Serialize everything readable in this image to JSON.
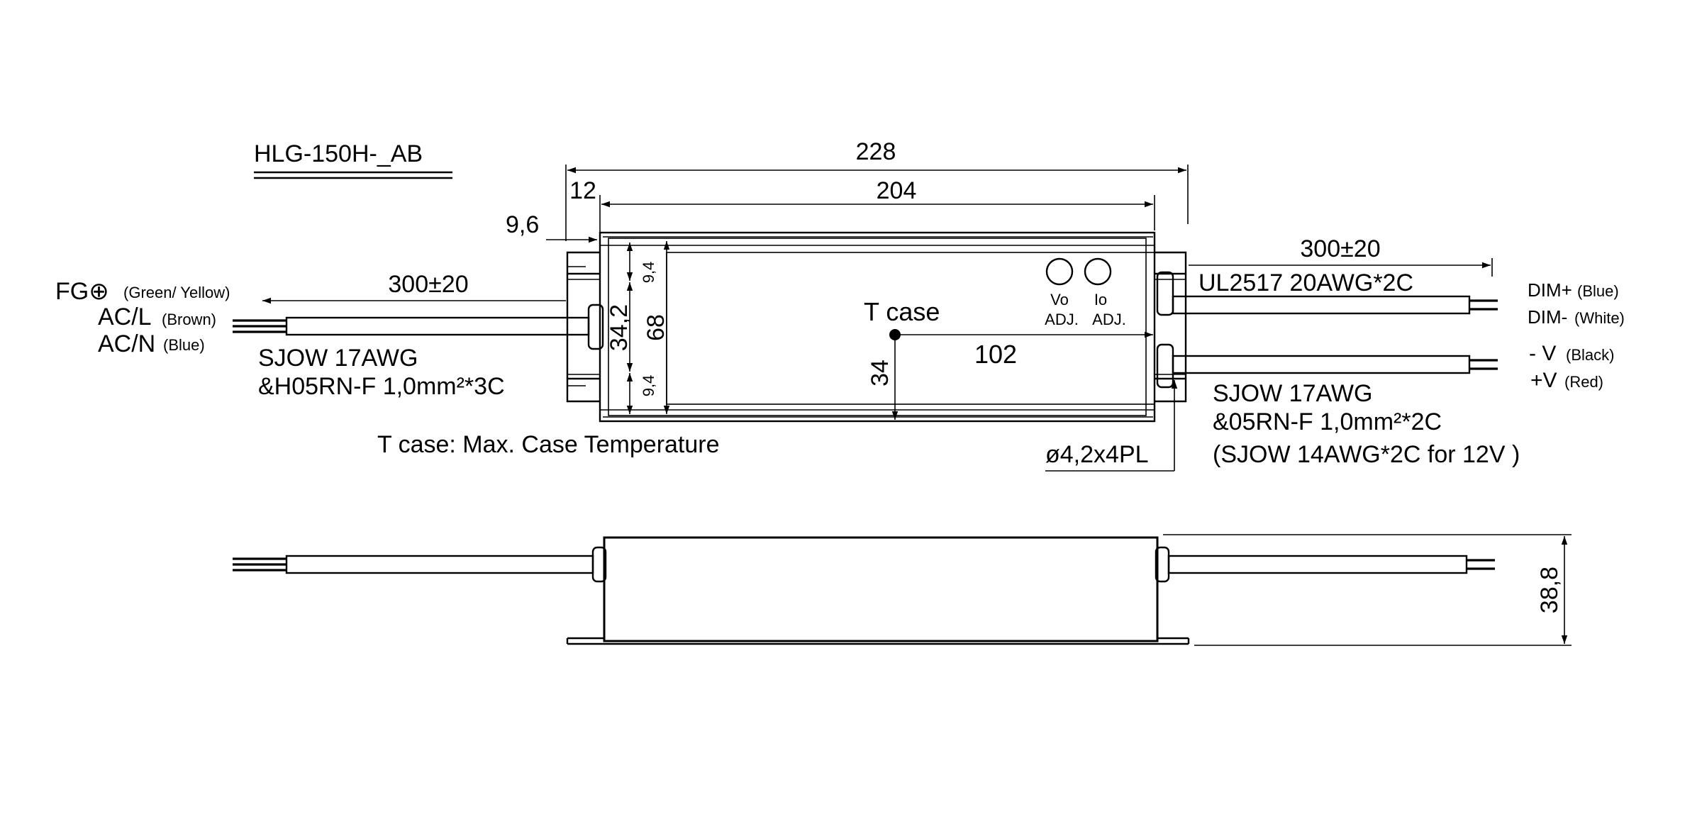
{
  "model": {
    "title": "HLG-150H-_AB"
  },
  "top_view": {
    "dims": {
      "overall_length": "228",
      "body_length": "204",
      "flange": "12",
      "offset": "9,6",
      "mount_top": "9,4",
      "mount_bottom": "9,4",
      "mount_spacing": "34,2",
      "width": "68",
      "tcase_x": "102",
      "tcase_y": "34",
      "hole": "ø4,2x4PL"
    },
    "tcase_label": "T case",
    "tcase_note": "T case: Max. Case Temperature",
    "adjust": {
      "vo": "Vo",
      "io": "Io",
      "adj1": "ADJ.",
      "adj2": "ADJ."
    },
    "input_cable": {
      "length": "300±20",
      "fg": "FG⊕",
      "fg_color": "(Green/ Yellow)",
      "acl": "AC/L",
      "acl_color": "(Brown)",
      "acn": "AC/N",
      "acn_color": "(Blue)",
      "spec1": "SJOW 17AWG",
      "spec2": "&H05RN-F 1,0mm²*3C"
    },
    "output_cable": {
      "length": "300±20",
      "dim_spec": "UL2517 20AWG*2C",
      "dim_plus": "DIM+",
      "dim_plus_color": "(Blue)",
      "dim_minus": "DIM-",
      "dim_minus_color": "(White)",
      "v_minus": "- V",
      "v_minus_color": "(Black)",
      "v_plus": "+V",
      "v_plus_color": "(Red)",
      "spec1": "SJOW 17AWG",
      "spec2": "&05RN-F 1,0mm²*2C",
      "spec3": "(SJOW 14AWG*2C for 12V )"
    }
  },
  "side_view": {
    "height": "38,8"
  }
}
